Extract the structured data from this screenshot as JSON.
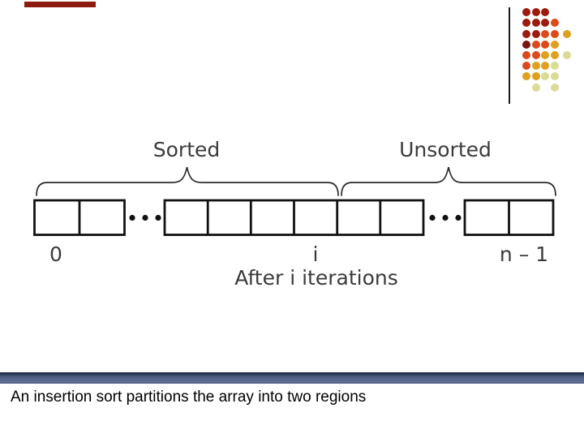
{
  "slide": {
    "kind": "presentation-slide"
  },
  "colors": {
    "background": "#ffffff",
    "accent_bar": "#8e1b10",
    "divider_line": "#1a1a1a",
    "diagram_stroke": "#111111",
    "brace_stroke": "#2b2b2b",
    "label_text": "#3b3b3b",
    "caption_text": "#000000",
    "footer_bar_top": "#1d2a40",
    "footer_bar_mid": "#54648a",
    "footer_bar_bottom": "#4e5d80"
  },
  "decor": {
    "size": 10,
    "cols": [
      649,
      660.5,
      672,
      683.5,
      699
    ],
    "rows": [
      15,
      28,
      41.5,
      55,
      68,
      81,
      94,
      107.5
    ],
    "palette": {
      "d": "#9B1B0D",
      "k": "#7A150D",
      "o": "#DC4A1C",
      "g": "#DFA01F",
      "p": "#D9DB97"
    },
    "dots": [
      [
        0,
        0,
        "d"
      ],
      [
        0,
        1,
        "d"
      ],
      [
        0,
        2,
        "d"
      ],
      [
        1,
        0,
        "d"
      ],
      [
        1,
        1,
        "d"
      ],
      [
        1,
        2,
        "d"
      ],
      [
        1,
        3,
        "o"
      ],
      [
        2,
        0,
        "d"
      ],
      [
        2,
        1,
        "d"
      ],
      [
        2,
        2,
        "o"
      ],
      [
        2,
        3,
        "o"
      ],
      [
        2,
        4,
        "g"
      ],
      [
        3,
        0,
        "k"
      ],
      [
        3,
        1,
        "o"
      ],
      [
        3,
        2,
        "o"
      ],
      [
        3,
        3,
        "g"
      ],
      [
        4,
        0,
        "o"
      ],
      [
        4,
        1,
        "o"
      ],
      [
        4,
        2,
        "g"
      ],
      [
        4,
        3,
        "g"
      ],
      [
        4,
        4,
        "p"
      ],
      [
        5,
        0,
        "o"
      ],
      [
        5,
        1,
        "g"
      ],
      [
        5,
        2,
        "g"
      ],
      [
        5,
        3,
        "p"
      ],
      [
        6,
        0,
        "g"
      ],
      [
        6,
        1,
        "g"
      ],
      [
        6,
        2,
        "p"
      ],
      [
        6,
        3,
        "p"
      ],
      [
        7,
        1,
        "p"
      ],
      [
        7,
        3,
        "p"
      ]
    ]
  },
  "diagram": {
    "sorted_label": "Sorted",
    "unsorted_label": "Unsorted",
    "index_start": "0",
    "index_i": "i",
    "index_end": "n – 1",
    "iterations_caption": "After i iterations",
    "array": {
      "group_cell_counts": [
        2,
        6,
        2
      ],
      "ellipsis_between_groups": true
    }
  },
  "footer": {
    "caption": "An insertion sort partitions the array into two regions"
  }
}
